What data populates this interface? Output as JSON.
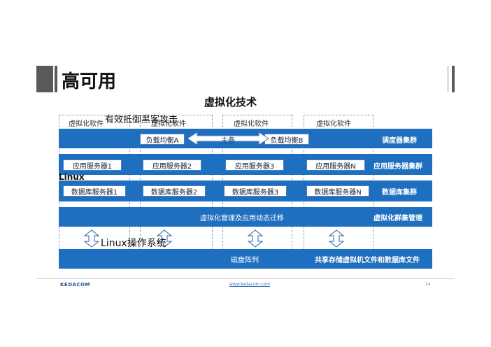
{
  "header": {
    "title": "高可用"
  },
  "diagram": {
    "subtitle": "虚拟化技术",
    "vm_label": "虚拟化软件",
    "vm_boxes": [
      "虚拟化软件",
      "虚拟化软件",
      "虚拟化软件",
      "虚拟化软件"
    ],
    "overlay_text": "有效抵御黑客攻击",
    "linux_small": "Linux",
    "linux_os": "Linux操作系统",
    "rows": {
      "scheduler": {
        "label": "调度器集群",
        "nodes": [
          "负载均衡A",
          "负载均衡B"
        ],
        "link": "主备"
      },
      "app": {
        "label": "应用服务器集群",
        "nodes": [
          "应用服务器1",
          "应用服务器2",
          "应用服务器3",
          "应用服务器N"
        ]
      },
      "db": {
        "label": "数据库集群",
        "nodes": [
          "数据库服务器1",
          "数据库服务器2",
          "数据库服务器3",
          "数据库服务器N"
        ]
      },
      "virt": {
        "center": "虚拟化管理及应用动态迁移",
        "label": "虚拟化群集管理"
      },
      "storage": {
        "center": "磁盘阵列",
        "label": "共享存储虚拟机文件和数据库文件"
      }
    },
    "colors": {
      "band": "#1f6fc0",
      "node_border": "#4a7fb8",
      "dash": "#8aa6c6"
    }
  },
  "footer": {
    "logo": "KEDACOM",
    "url": "www.kedacom.com",
    "page": "24"
  }
}
